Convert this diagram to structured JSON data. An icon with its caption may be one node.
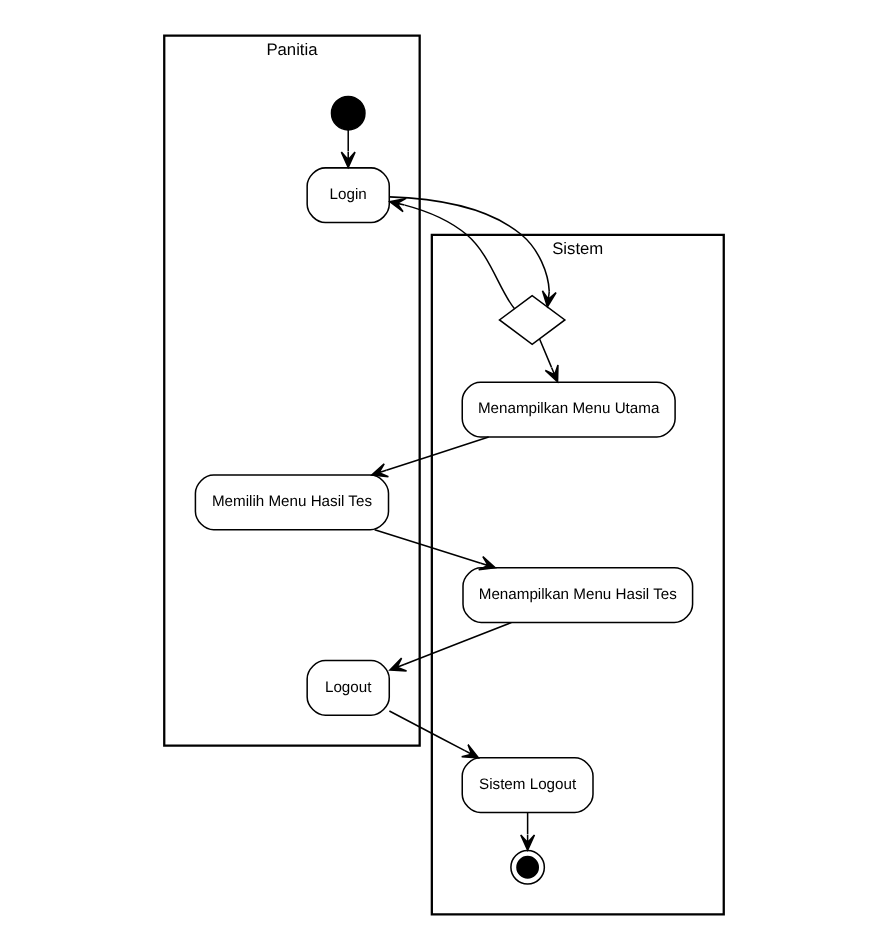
{
  "diagram": {
    "nodes": [
      {
        "text": [
          "Panitia"
        ]
      },
      {
        "text": [
          "Sistem"
        ]
      },
      {
        "text": [],
        "shape": "circle",
        "in": 0
      },
      {
        "text": [
          "Login"
        ],
        "in": 0
      },
      {
        "text": [],
        "shape": "diamond",
        "in": 1
      },
      {
        "text": [
          "Menampilkan Menu Utama"
        ],
        "in": 1
      },
      {
        "text": [
          "Memilih Menu Hasil Tes"
        ],
        "in": 0
      },
      {
        "text": [
          "Menampilkan Menu Hasil Tes"
        ],
        "in": 1
      },
      {
        "text": [
          "Logout"
        ],
        "in": 0
      },
      {
        "text": [
          "Sistem Logout"
        ],
        "in": 1
      },
      {
        "text": [],
        "shape": "circle",
        "in": 1
      }
    ],
    "edges": [
      {
        "from": 2,
        "to": 3,
        "arrow": "to"
      },
      {
        "from": 3,
        "to": 4,
        "arrow": "to"
      },
      {
        "from": 4,
        "to": 3,
        "arrow": "to"
      },
      {
        "from": 4,
        "to": 5,
        "arrow": "to"
      },
      {
        "from": 5,
        "to": 6,
        "arrow": "to"
      },
      {
        "from": 6,
        "to": 7,
        "arrow": "to"
      },
      {
        "from": 7,
        "to": 8,
        "arrow": "to"
      },
      {
        "from": 8,
        "to": 9,
        "arrow": "to"
      },
      {
        "from": 9,
        "to": 10,
        "arrow": "to"
      }
    ]
  }
}
